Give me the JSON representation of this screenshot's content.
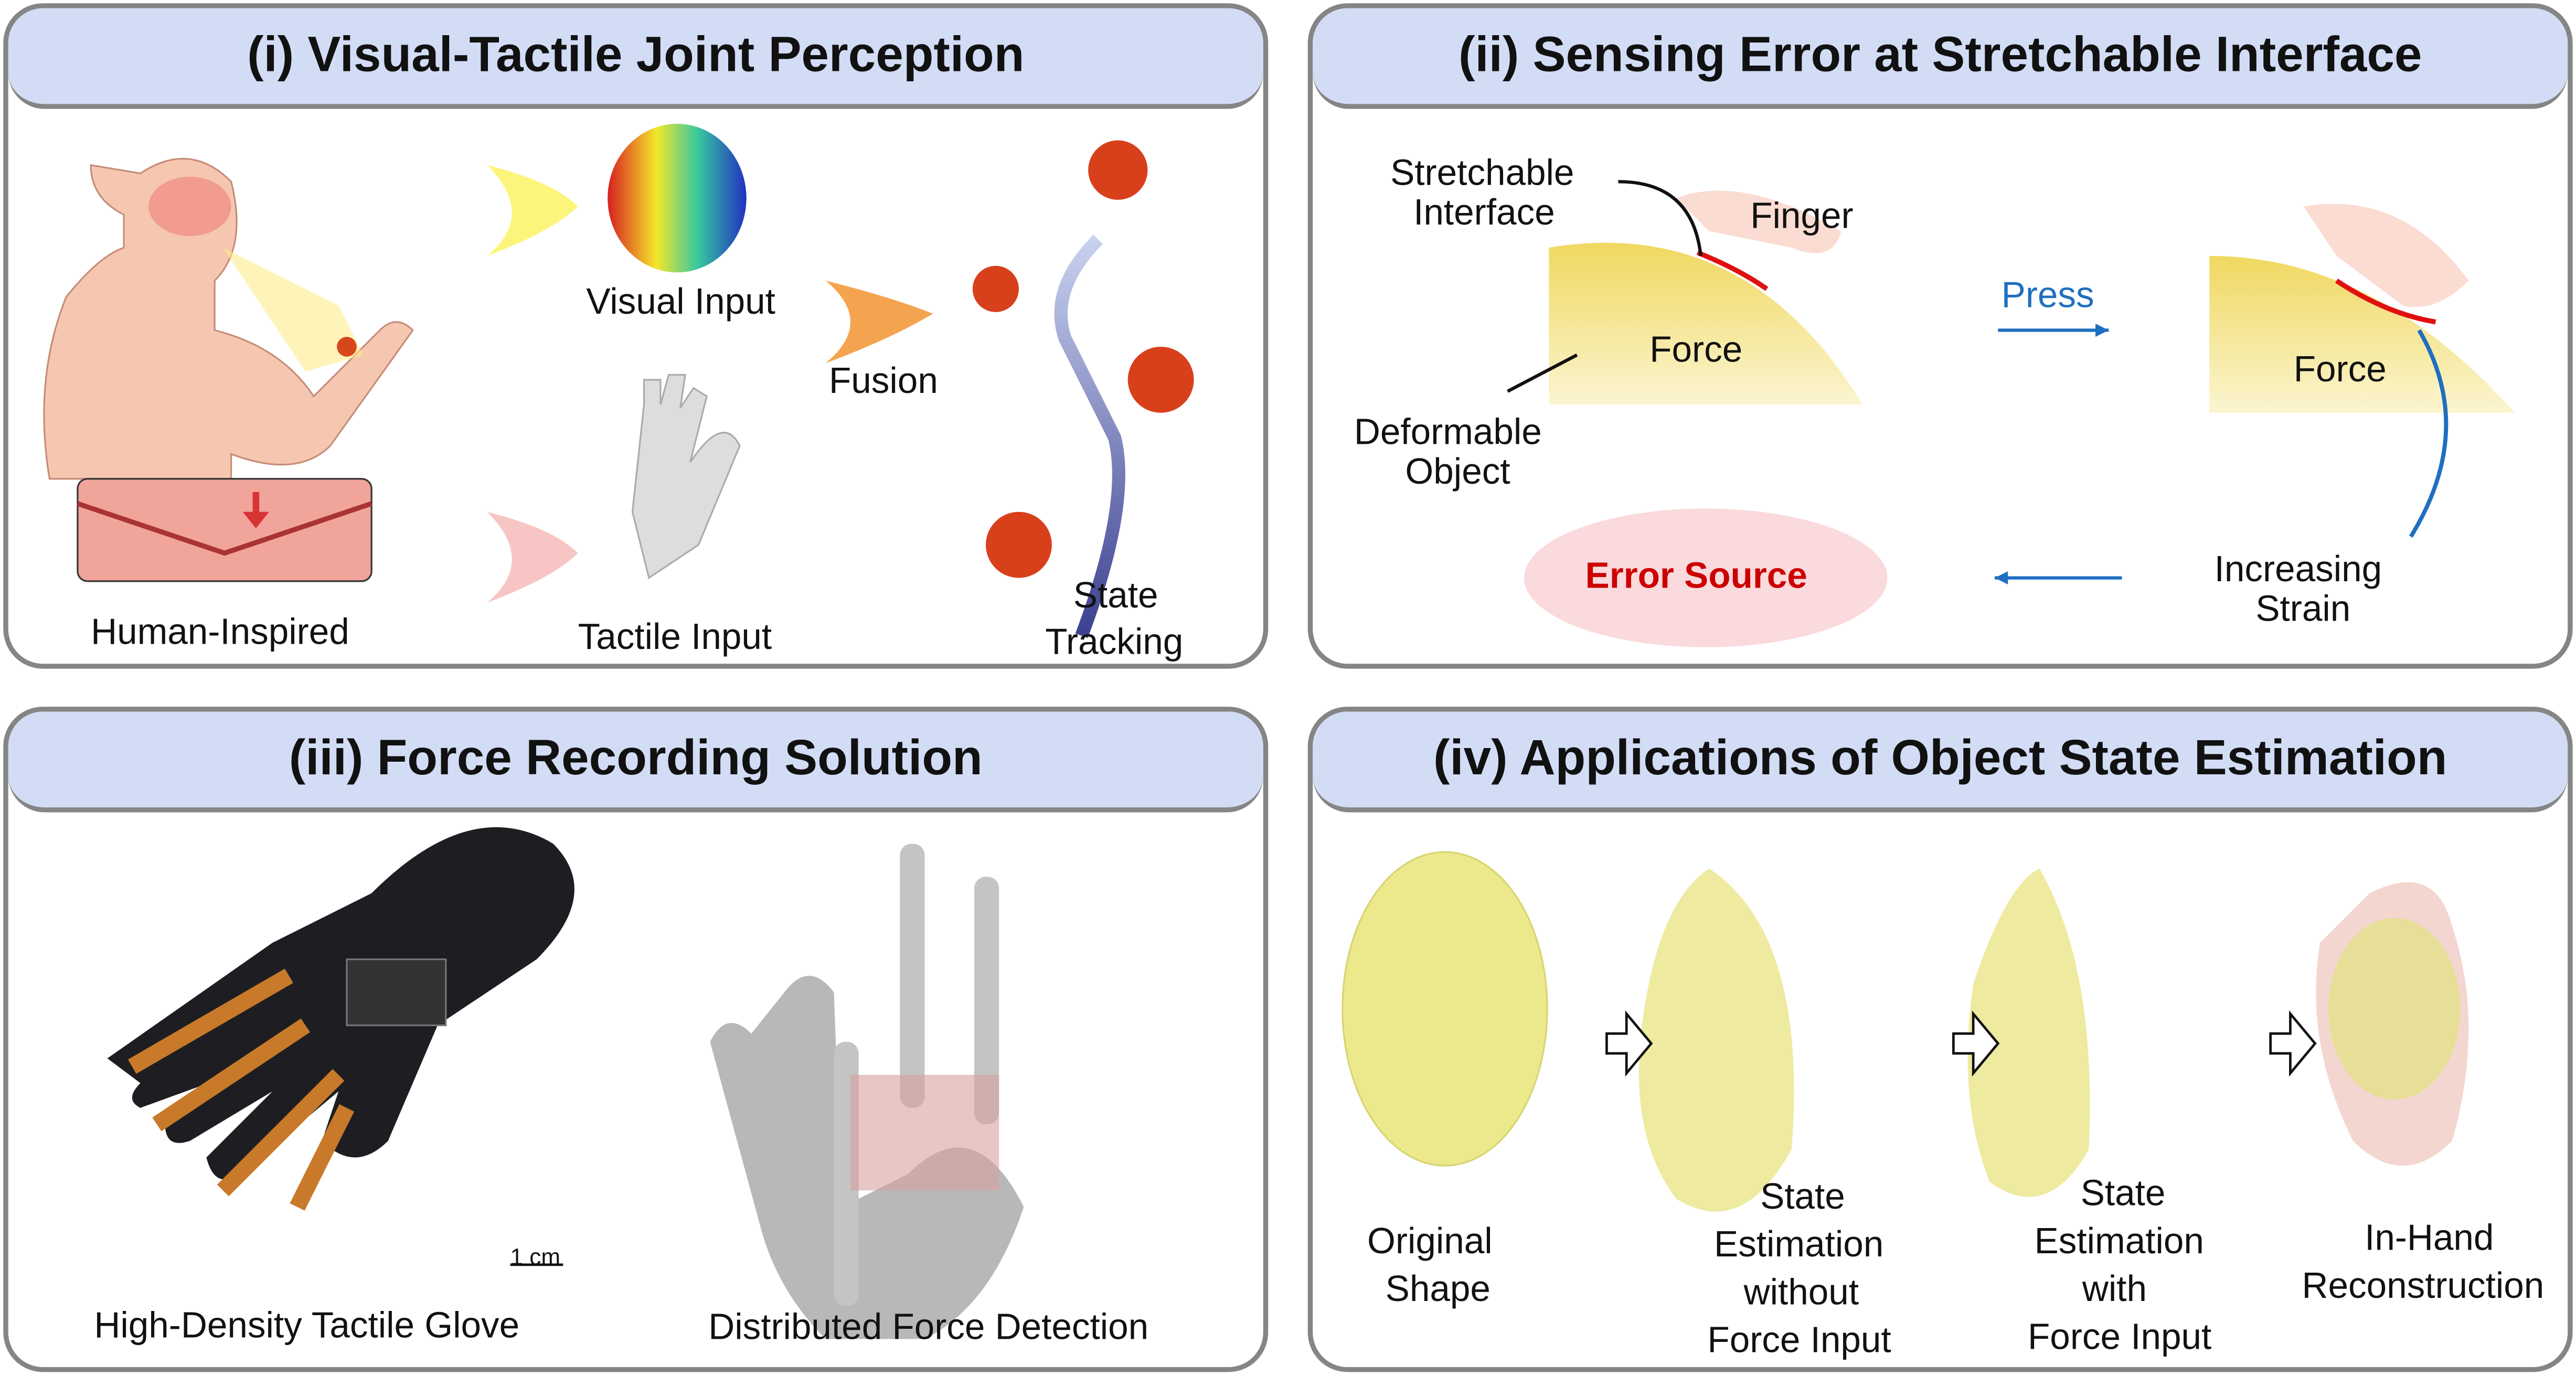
{
  "panel_i": {
    "title": "(i) Visual-Tactile Joint Perception",
    "labels": {
      "human": "Human-Inspired",
      "visual": "Visual Input",
      "tactile": "Tactile Input",
      "fusion": "Fusion",
      "state": "State",
      "tracking": "Tracking"
    }
  },
  "panel_ii": {
    "title": "(ii) Sensing Error at Stretchable Interface",
    "labels": {
      "stretchable": "Stretchable",
      "interface": "Interface",
      "finger": "Finger",
      "force": "Force",
      "deformable": "Deformable",
      "object": "Object",
      "press": "Press",
      "force2": "Force",
      "increasing": "Increasing",
      "strain": "Strain",
      "error_source": "Error Source"
    }
  },
  "panel_iii": {
    "title": "(iii) Force Recording Solution",
    "labels": {
      "glove": "High-Density Tactile Glove",
      "scale": "1 cm",
      "detection": "Distributed Force Detection"
    }
  },
  "panel_iv": {
    "title": "(iv) Applications of Object State Estimation",
    "labels": {
      "orig1": "Original",
      "orig2": "Shape",
      "s1": "State",
      "s2": "Estimation",
      "s3": "without",
      "s4": "Force Input",
      "w1": "State",
      "w2": "Estimation",
      "w3": "with",
      "w4": "Force Input",
      "h1": "In-Hand",
      "h2": "Reconstruction"
    }
  },
  "colors": {
    "header_bg": "#d2dcf5",
    "border": "#858585",
    "accent_blue": "#1f6fc0",
    "error_red": "#cc0000",
    "object_yellow": "#f0e27a"
  }
}
